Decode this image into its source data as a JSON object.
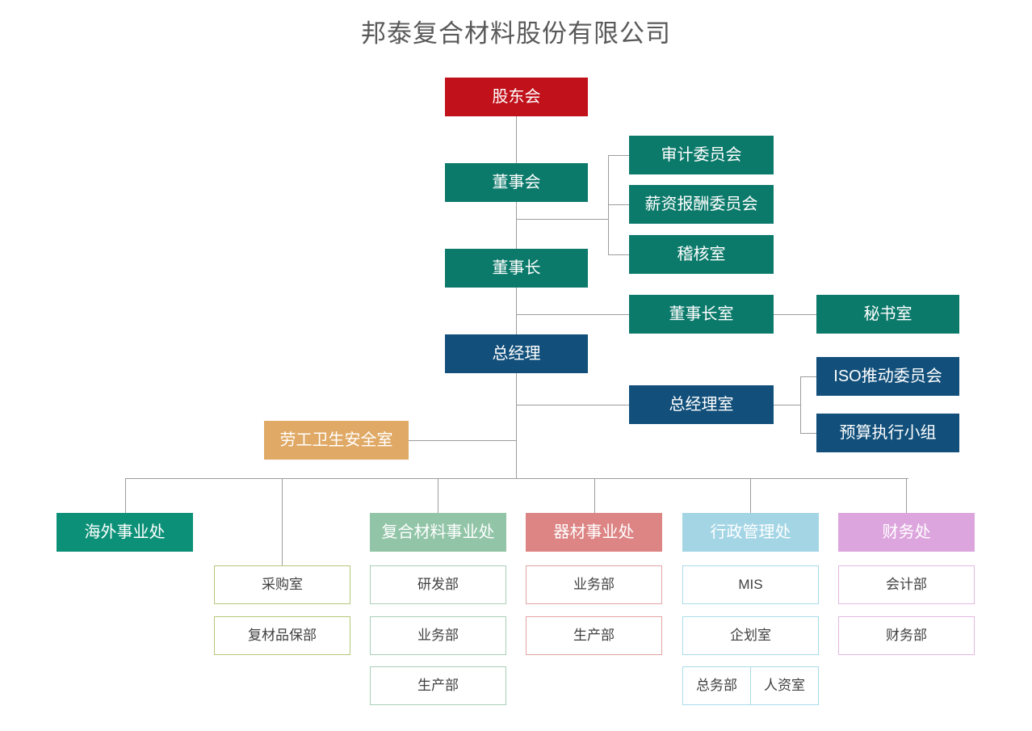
{
  "title": "邦泰复合材料股份有限公司",
  "colors": {
    "shareholders_red": "#c1121c",
    "board_teal": "#0c7a6b",
    "exec_navy": "#12507b",
    "safety_orange": "#e0a965",
    "overseas_teal": "#0c9178",
    "composite_green": "#92c5a8",
    "equipment_rose": "#dd8585",
    "admin_blue": "#a3d5e5",
    "finance_purple": "#dda5dd",
    "line_gray": "#9c9c9c",
    "title_gray": "#595959",
    "sub_text": "#404040"
  },
  "nodes": {
    "shareholders_meeting": "股东会",
    "board_of_directors": "董事会",
    "audit_committee": "审计委员会",
    "compensation_committee": "薪资报酬委员会",
    "audit_office": "稽核室",
    "chairman": "董事长",
    "chairman_office": "董事长室",
    "secretariat": "秘书室",
    "general_manager": "总经理",
    "general_manager_office": "总经理室",
    "iso_committee": "ISO推动委员会",
    "budget_execution_group": "预算执行小组",
    "labor_health_safety_office": "劳工卫生安全室"
  },
  "divisions": [
    {
      "key": "overseas",
      "label": "海外事业处",
      "color": "#0c9178",
      "sub_border": "#0c9178",
      "children": []
    },
    {
      "key": "procurement",
      "label": "",
      "color": "",
      "sub_border": "#b5c77a",
      "children": [
        "采购室",
        "复材品保部"
      ]
    },
    {
      "key": "composite",
      "label": "复合材料事业处",
      "color": "#92c5a8",
      "sub_border": "#a8cfb8",
      "children": [
        "研发部",
        "业务部",
        "生产部"
      ]
    },
    {
      "key": "equipment",
      "label": "器材事业处",
      "color": "#dd8585",
      "sub_border": "#e2a3a3",
      "children": [
        "业务部",
        "生产部"
      ]
    },
    {
      "key": "administration",
      "label": "行政管理处",
      "color": "#a3d5e5",
      "sub_border": "#a9dcea",
      "children": [
        "MIS",
        "企划室"
      ],
      "split_row": [
        "总务部",
        "人资室"
      ]
    },
    {
      "key": "finance",
      "label": "财务处",
      "color": "#dda5dd",
      "sub_border": "#e3b8e3",
      "children": [
        "会计部",
        "财务部"
      ]
    }
  ]
}
